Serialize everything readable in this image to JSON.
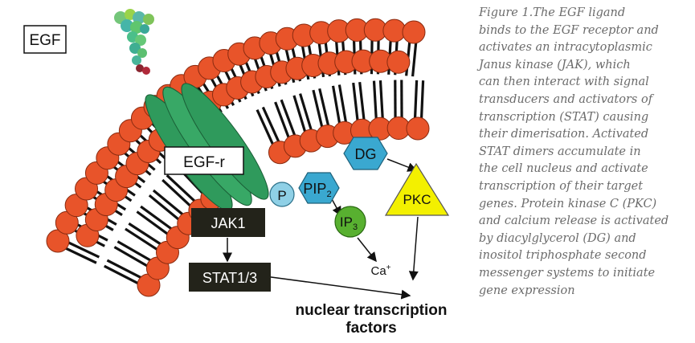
{
  "diagram": {
    "egf_label": "EGF",
    "receptor_label": "EGF-r",
    "jak_label": "JAK1",
    "stat_label": "STAT1/3",
    "p_label": "P",
    "pip_label": "PIP",
    "pip_sub": "2",
    "ip_label": "IP",
    "ip_sub": "3",
    "dg_label": "DG",
    "pkc_label": "PKC",
    "ca_label": "Ca",
    "ca_sup": "+",
    "output_line1": "nuclear transcription",
    "output_line2": "factors",
    "colors": {
      "lipid_head": "#e8542a",
      "lipid_outline": "#8a2b10",
      "receptor": "#2f9a5c",
      "jak_stat_box": "#23231a",
      "hexagon": "#3aa8d0",
      "p_circle": "#8fd0e6",
      "ip3_circle": "#58b030",
      "pkc_triangle": "#f3f000"
    }
  },
  "caption": {
    "lines": [
      "Figure 1.The EGF ligand",
      "binds to the EGF receptor and",
      "activates an intracytoplasmic",
      "Janus kinase (JAK), which",
      "can then interact with signal",
      "transducers and activators of",
      "transcription (STAT) causing",
      "their dimerisation. Activated",
      "STAT dimers accumulate in",
      "the cell nucleus and activate",
      "transcription of their target",
      "genes. Protein kinase C (PKC)",
      "and calcium release is activated",
      "by diacylglycerol (DG) and",
      "inositol triphosphate second",
      "messenger systems to initiate",
      "gene expression"
    ]
  }
}
